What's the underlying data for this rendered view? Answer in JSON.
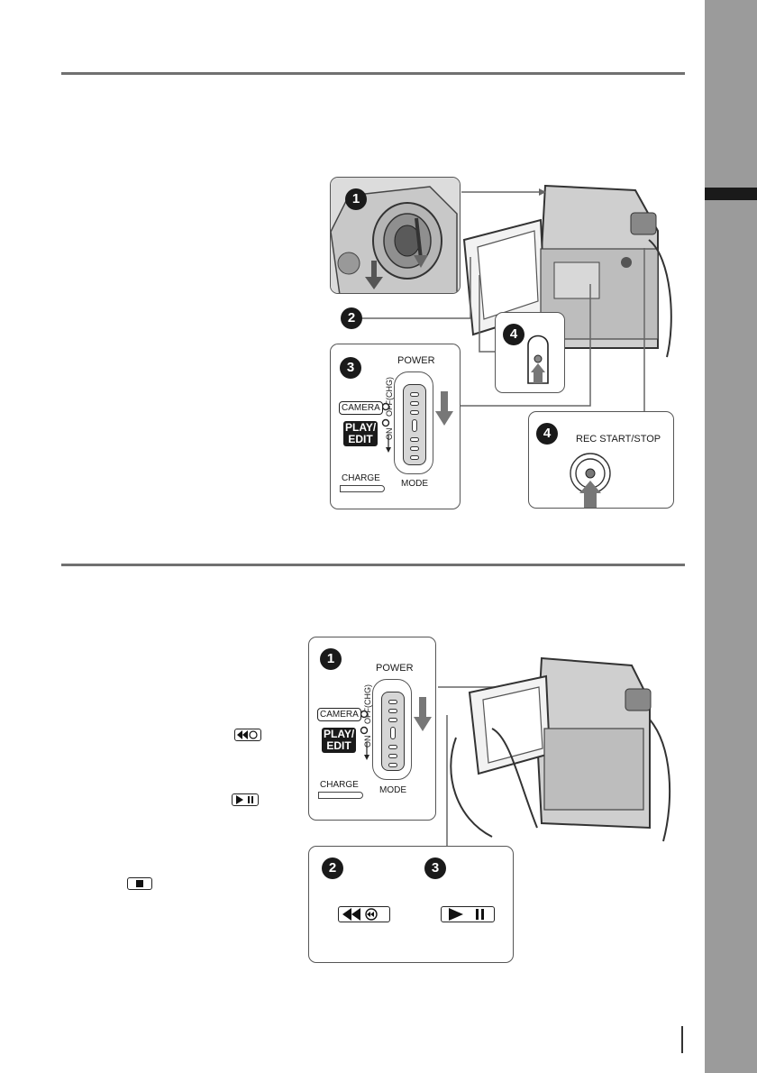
{
  "section_tab": {
    "color": "#9b9b9b",
    "marker_color": "#1a1a1a"
  },
  "recording_figure": {
    "steps": {
      "one": "1",
      "two": "2",
      "three": "3",
      "four_a": "4",
      "four_b": "4"
    },
    "power_label": "POWER",
    "switch_positions": {
      "off_chg": "OFF(CHG)",
      "on": "ON"
    },
    "camera_label": "CAMERA",
    "play_edit_label": [
      "PLAY/",
      "EDIT"
    ],
    "charge_label": "CHARGE",
    "mode_label": "MODE",
    "rec_button_label": "REC START/STOP"
  },
  "playback_figure": {
    "steps": {
      "one": "1",
      "two": "2",
      "three": "3"
    },
    "power_label": "POWER",
    "switch_positions": {
      "off_chg": "OFF(CHG)",
      "on": "ON"
    },
    "camera_label": "CAMERA",
    "play_edit_label": [
      "PLAY/",
      "EDIT"
    ],
    "charge_label": "CHARGE",
    "mode_label": "MODE",
    "rewind_icon": "rewind-icon",
    "play_pause_icon": "play-pause-icon",
    "stop_icon": "stop-icon"
  }
}
